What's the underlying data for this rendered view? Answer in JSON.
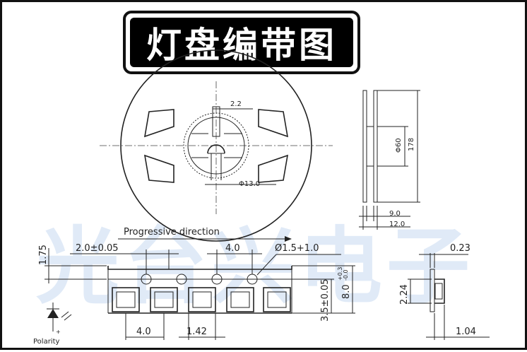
{
  "title": "灯盘编带图",
  "watermark": "光台兴电子",
  "reel": {
    "hub_width": "2.2",
    "hub_diameter": "Φ13.0",
    "inner_diameter": "Φ60",
    "outer_diameter": "178",
    "width_inner": "9.0",
    "width_outer": "12.0"
  },
  "tape": {
    "direction_label": "Progressive direction",
    "edge_to_hole": "1.75",
    "hole_to_pocket": "2.0±0.05",
    "hole_pitch": "4.0",
    "hole_diameter": "Ø1.5+1.0",
    "tol_plus": "+0.3",
    "tol_minus": "-0.0",
    "tape_width": "8.0",
    "pocket_offset": "3.5±0.05",
    "pocket_pitch": "4.0",
    "pocket_gap": "1.42",
    "cover_thickness": "0.23",
    "pocket_depth": "2.24",
    "carrier_thickness": "1.04",
    "polarity_label": "Polarity"
  }
}
